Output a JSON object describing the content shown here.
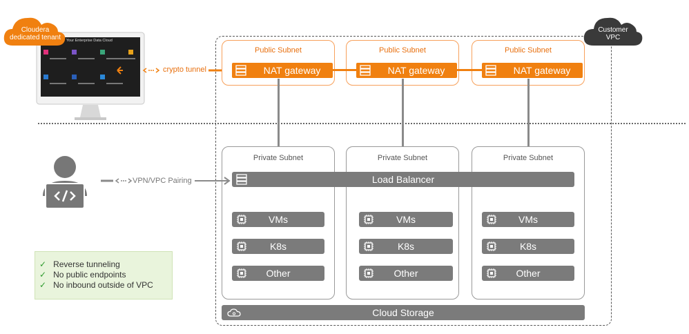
{
  "tenant_cloud": {
    "line1": "Cloudera",
    "line2": "dedicated tenant"
  },
  "customer_cloud": {
    "line1": "Customer",
    "line2": "VPC"
  },
  "monitor": {
    "title": "Your Enterprise Data Cloud"
  },
  "crypto_tunnel_label": "crypto tunnel",
  "vpn_label": "VPN/VPC Pairing",
  "public_subnets": [
    {
      "title": "Public Subnet",
      "gateway": "NAT gateway"
    },
    {
      "title": "Public Subnet",
      "gateway": "NAT gateway"
    },
    {
      "title": "Public Subnet",
      "gateway": "NAT gateway"
    }
  ],
  "private_subnets": [
    {
      "title": "Private Subnet",
      "items": [
        "VMs",
        "K8s",
        "Other"
      ]
    },
    {
      "title": "Private Subnet",
      "items": [
        "VMs",
        "K8s",
        "Other"
      ]
    },
    {
      "title": "Private Subnet",
      "items": [
        "VMs",
        "K8s",
        "Other"
      ]
    }
  ],
  "load_balancer": "Load Balancer",
  "cloud_storage": "Cloud Storage",
  "benefits": [
    "Reverse tunneling",
    "No public endpoints",
    "No inbound outside of VPC"
  ],
  "colors": {
    "accent": "#f08010",
    "gray_bar": "#7b7b7b",
    "dark_cloud": "#3a3a3a",
    "benefit_bg": "#e9f4dc",
    "check": "#2e9b2e"
  }
}
